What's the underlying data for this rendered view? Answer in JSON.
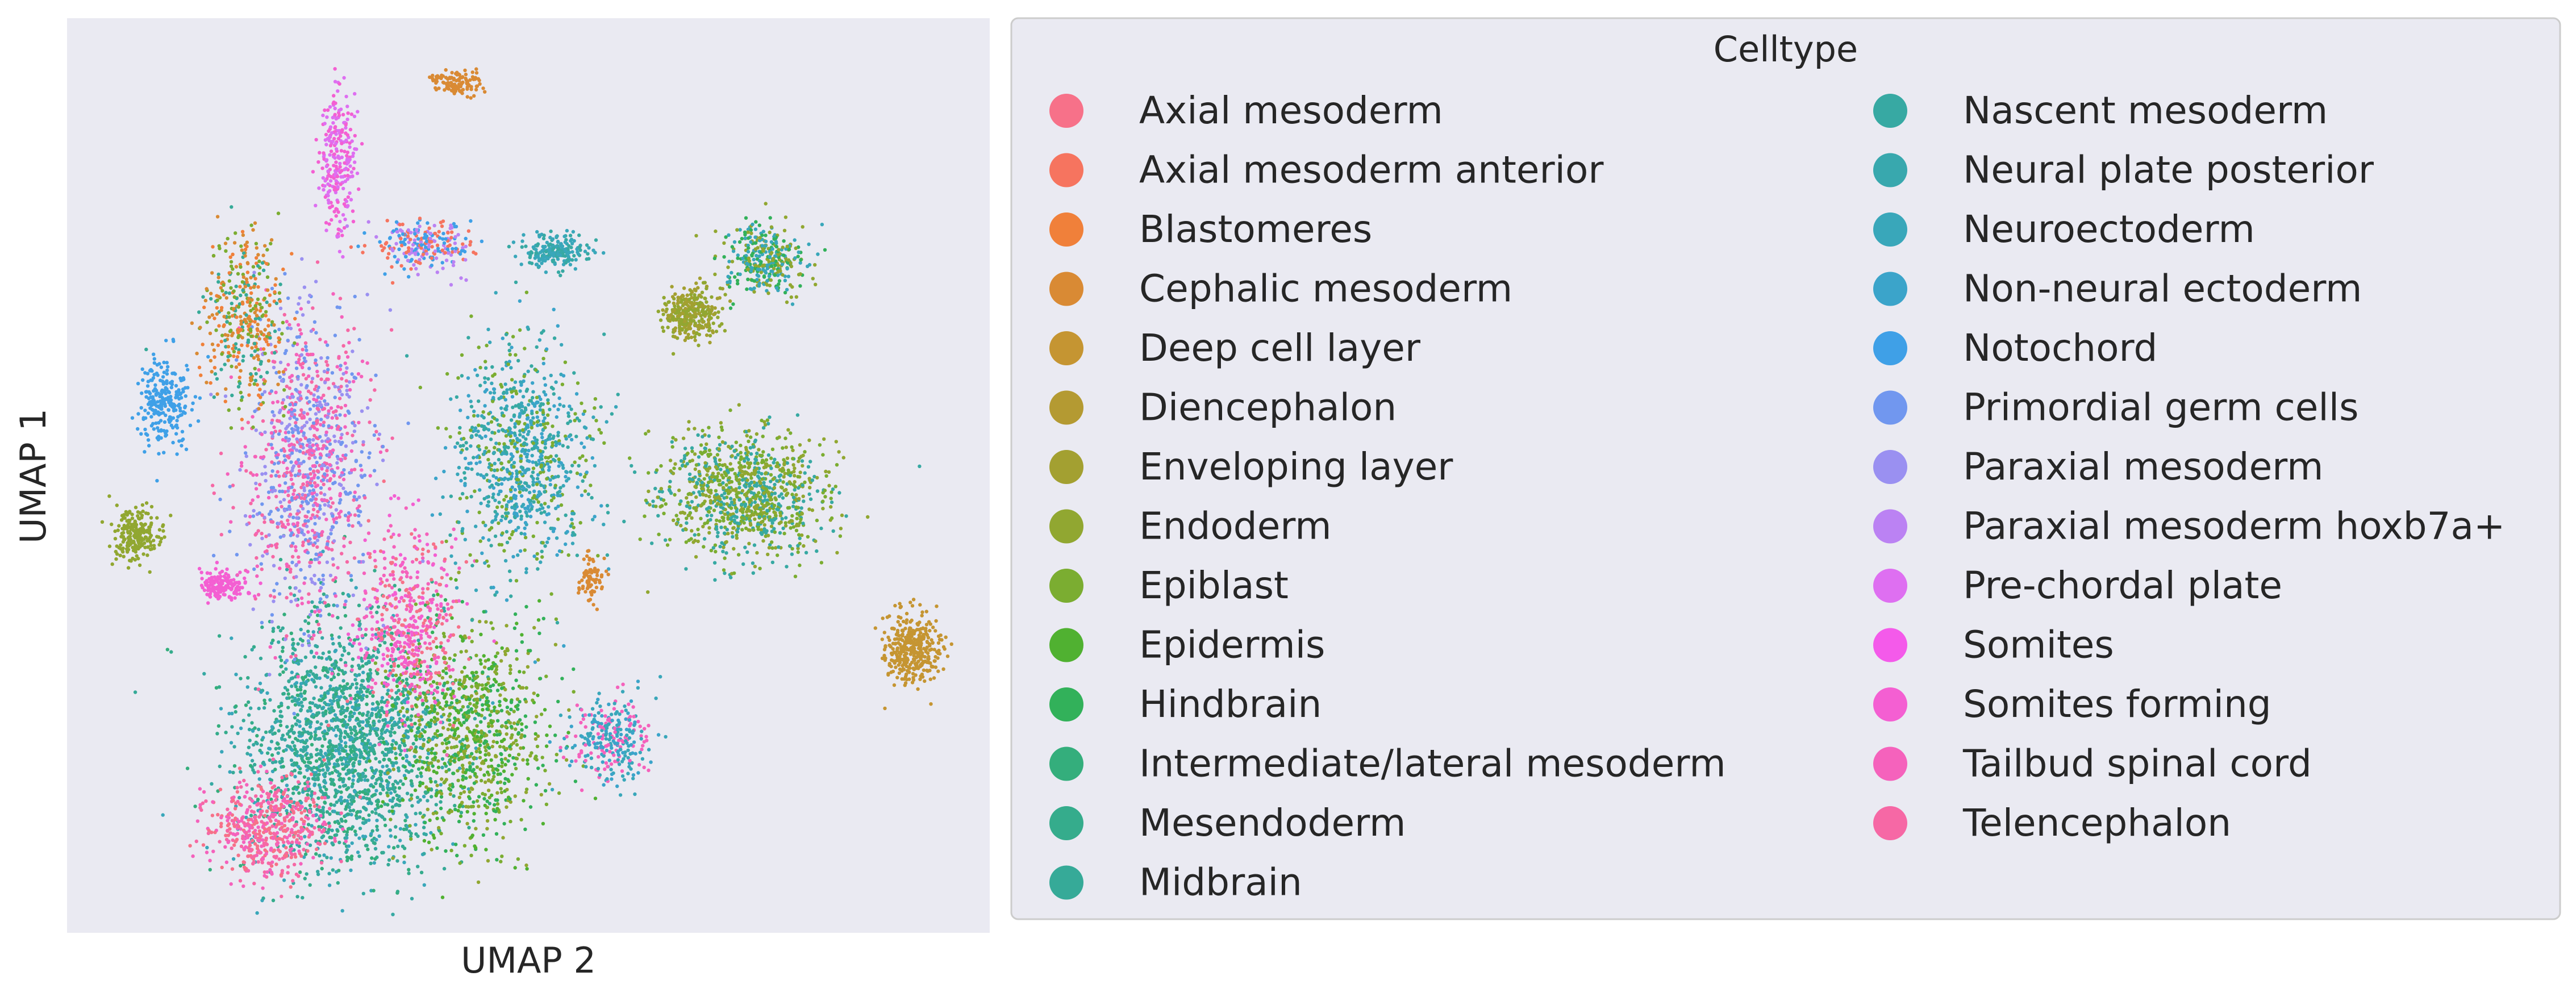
{
  "chart_data": {
    "type": "scatter",
    "title": "",
    "xlabel": "UMAP 2",
    "ylabel": "UMAP 1",
    "xticks": [],
    "yticks": [],
    "grid": false,
    "background": "#EAEAF2",
    "legend": {
      "title": "Celltype",
      "placement": "right",
      "columns": 2
    },
    "series": [
      {
        "name": "Axial mesoderm",
        "color": "#F77189"
      },
      {
        "name": "Axial mesoderm anterior",
        "color": "#F6745F"
      },
      {
        "name": "Blastomeres",
        "color": "#F0803A"
      },
      {
        "name": "Cephalic mesoderm",
        "color": "#D98A34"
      },
      {
        "name": "Deep cell layer",
        "color": "#C59532"
      },
      {
        "name": "Diencephalon",
        "color": "#B49A32"
      },
      {
        "name": "Enveloping layer",
        "color": "#A3A031"
      },
      {
        "name": "Endoderm",
        "color": "#91A731"
      },
      {
        "name": "Epiblast",
        "color": "#7BAD31"
      },
      {
        "name": "Epidermis",
        "color": "#50B131"
      },
      {
        "name": "Hindbrain",
        "color": "#32B15A"
      },
      {
        "name": "Intermediate/lateral mesoderm",
        "color": "#34AE7C"
      },
      {
        "name": "Mesendoderm",
        "color": "#35AC8C"
      },
      {
        "name": "Midbrain",
        "color": "#36AA98"
      },
      {
        "name": "Nascent mesoderm",
        "color": "#37A9A3"
      },
      {
        "name": "Neural plate posterior",
        "color": "#38A8AE"
      },
      {
        "name": "Neuroectoderm",
        "color": "#39A7BA"
      },
      {
        "name": "Non-neural ectoderm",
        "color": "#3BA4CA"
      },
      {
        "name": "Notochord",
        "color": "#3FA0E7"
      },
      {
        "name": "Primordial germ cells",
        "color": "#7197EF"
      },
      {
        "name": "Paraxial mesoderm",
        "color": "#9A90F1"
      },
      {
        "name": "Paraxial mesoderm hoxb7a+",
        "color": "#BB82F3"
      },
      {
        "name": "Pre-chordal plate",
        "color": "#DE6FF1"
      },
      {
        "name": "Somites",
        "color": "#F45AEA"
      },
      {
        "name": "Somites forming",
        "color": "#F45FD2"
      },
      {
        "name": "Tailbud spinal cord",
        "color": "#F562BC"
      },
      {
        "name": "Telencephalon",
        "color": "#F668A5"
      }
    ]
  }
}
